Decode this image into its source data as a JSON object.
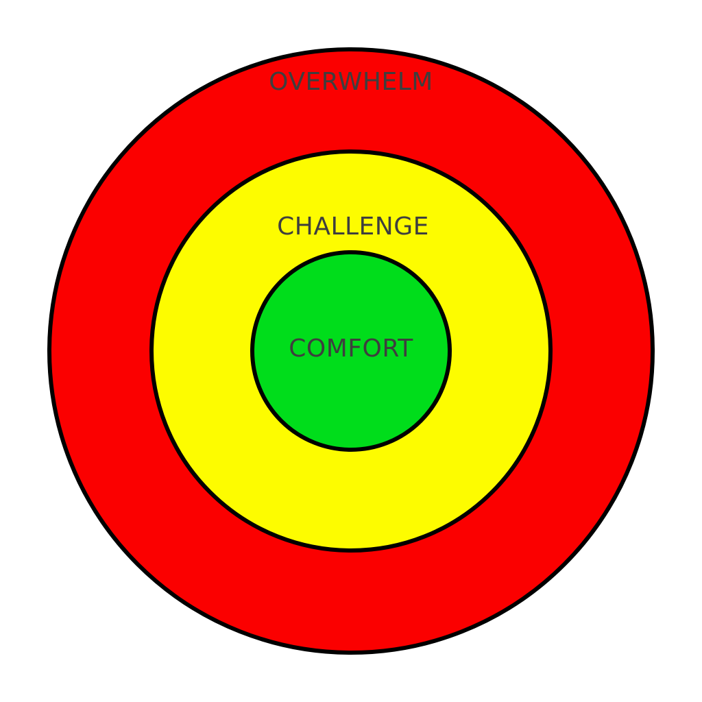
{
  "diagram": {
    "name": "comfort-zone-model",
    "background_color": "#ffffff",
    "outline_color": "#000000",
    "label_color": "#3e3e3e",
    "rings": [
      {
        "label": "OVERWHELM",
        "color": "#fb0000",
        "position": "outer"
      },
      {
        "label": "CHALLENGE",
        "color": "#fdfc00",
        "position": "middle"
      },
      {
        "label": "COMFORT",
        "color": "#00dd1b",
        "position": "inner"
      }
    ]
  }
}
